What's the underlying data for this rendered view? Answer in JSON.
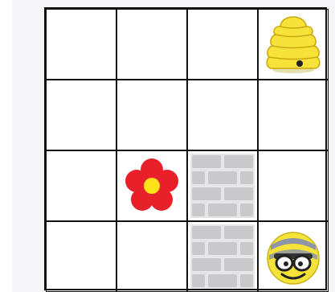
{
  "board": {
    "rows": 4,
    "cols": 4,
    "colors": {
      "grid_line": "#111111",
      "cell_bg": "#ffffff",
      "page_bg": "#f6f6f8",
      "hive_yellow": "#f7e23a",
      "flower_red": "#e8202a",
      "flower_center": "#ffe21a",
      "wall_gray": "#c9c9cb",
      "bee_yellow": "#f5e33a"
    },
    "cells": [
      {
        "row": 1,
        "col": 4,
        "object": "beehive-icon"
      },
      {
        "row": 3,
        "col": 2,
        "object": "flower-icon"
      },
      {
        "row": 3,
        "col": 3,
        "object": "brick-wall-icon"
      },
      {
        "row": 4,
        "col": 3,
        "object": "brick-wall-icon"
      },
      {
        "row": 4,
        "col": 4,
        "object": "bee-robot-icon"
      }
    ]
  }
}
